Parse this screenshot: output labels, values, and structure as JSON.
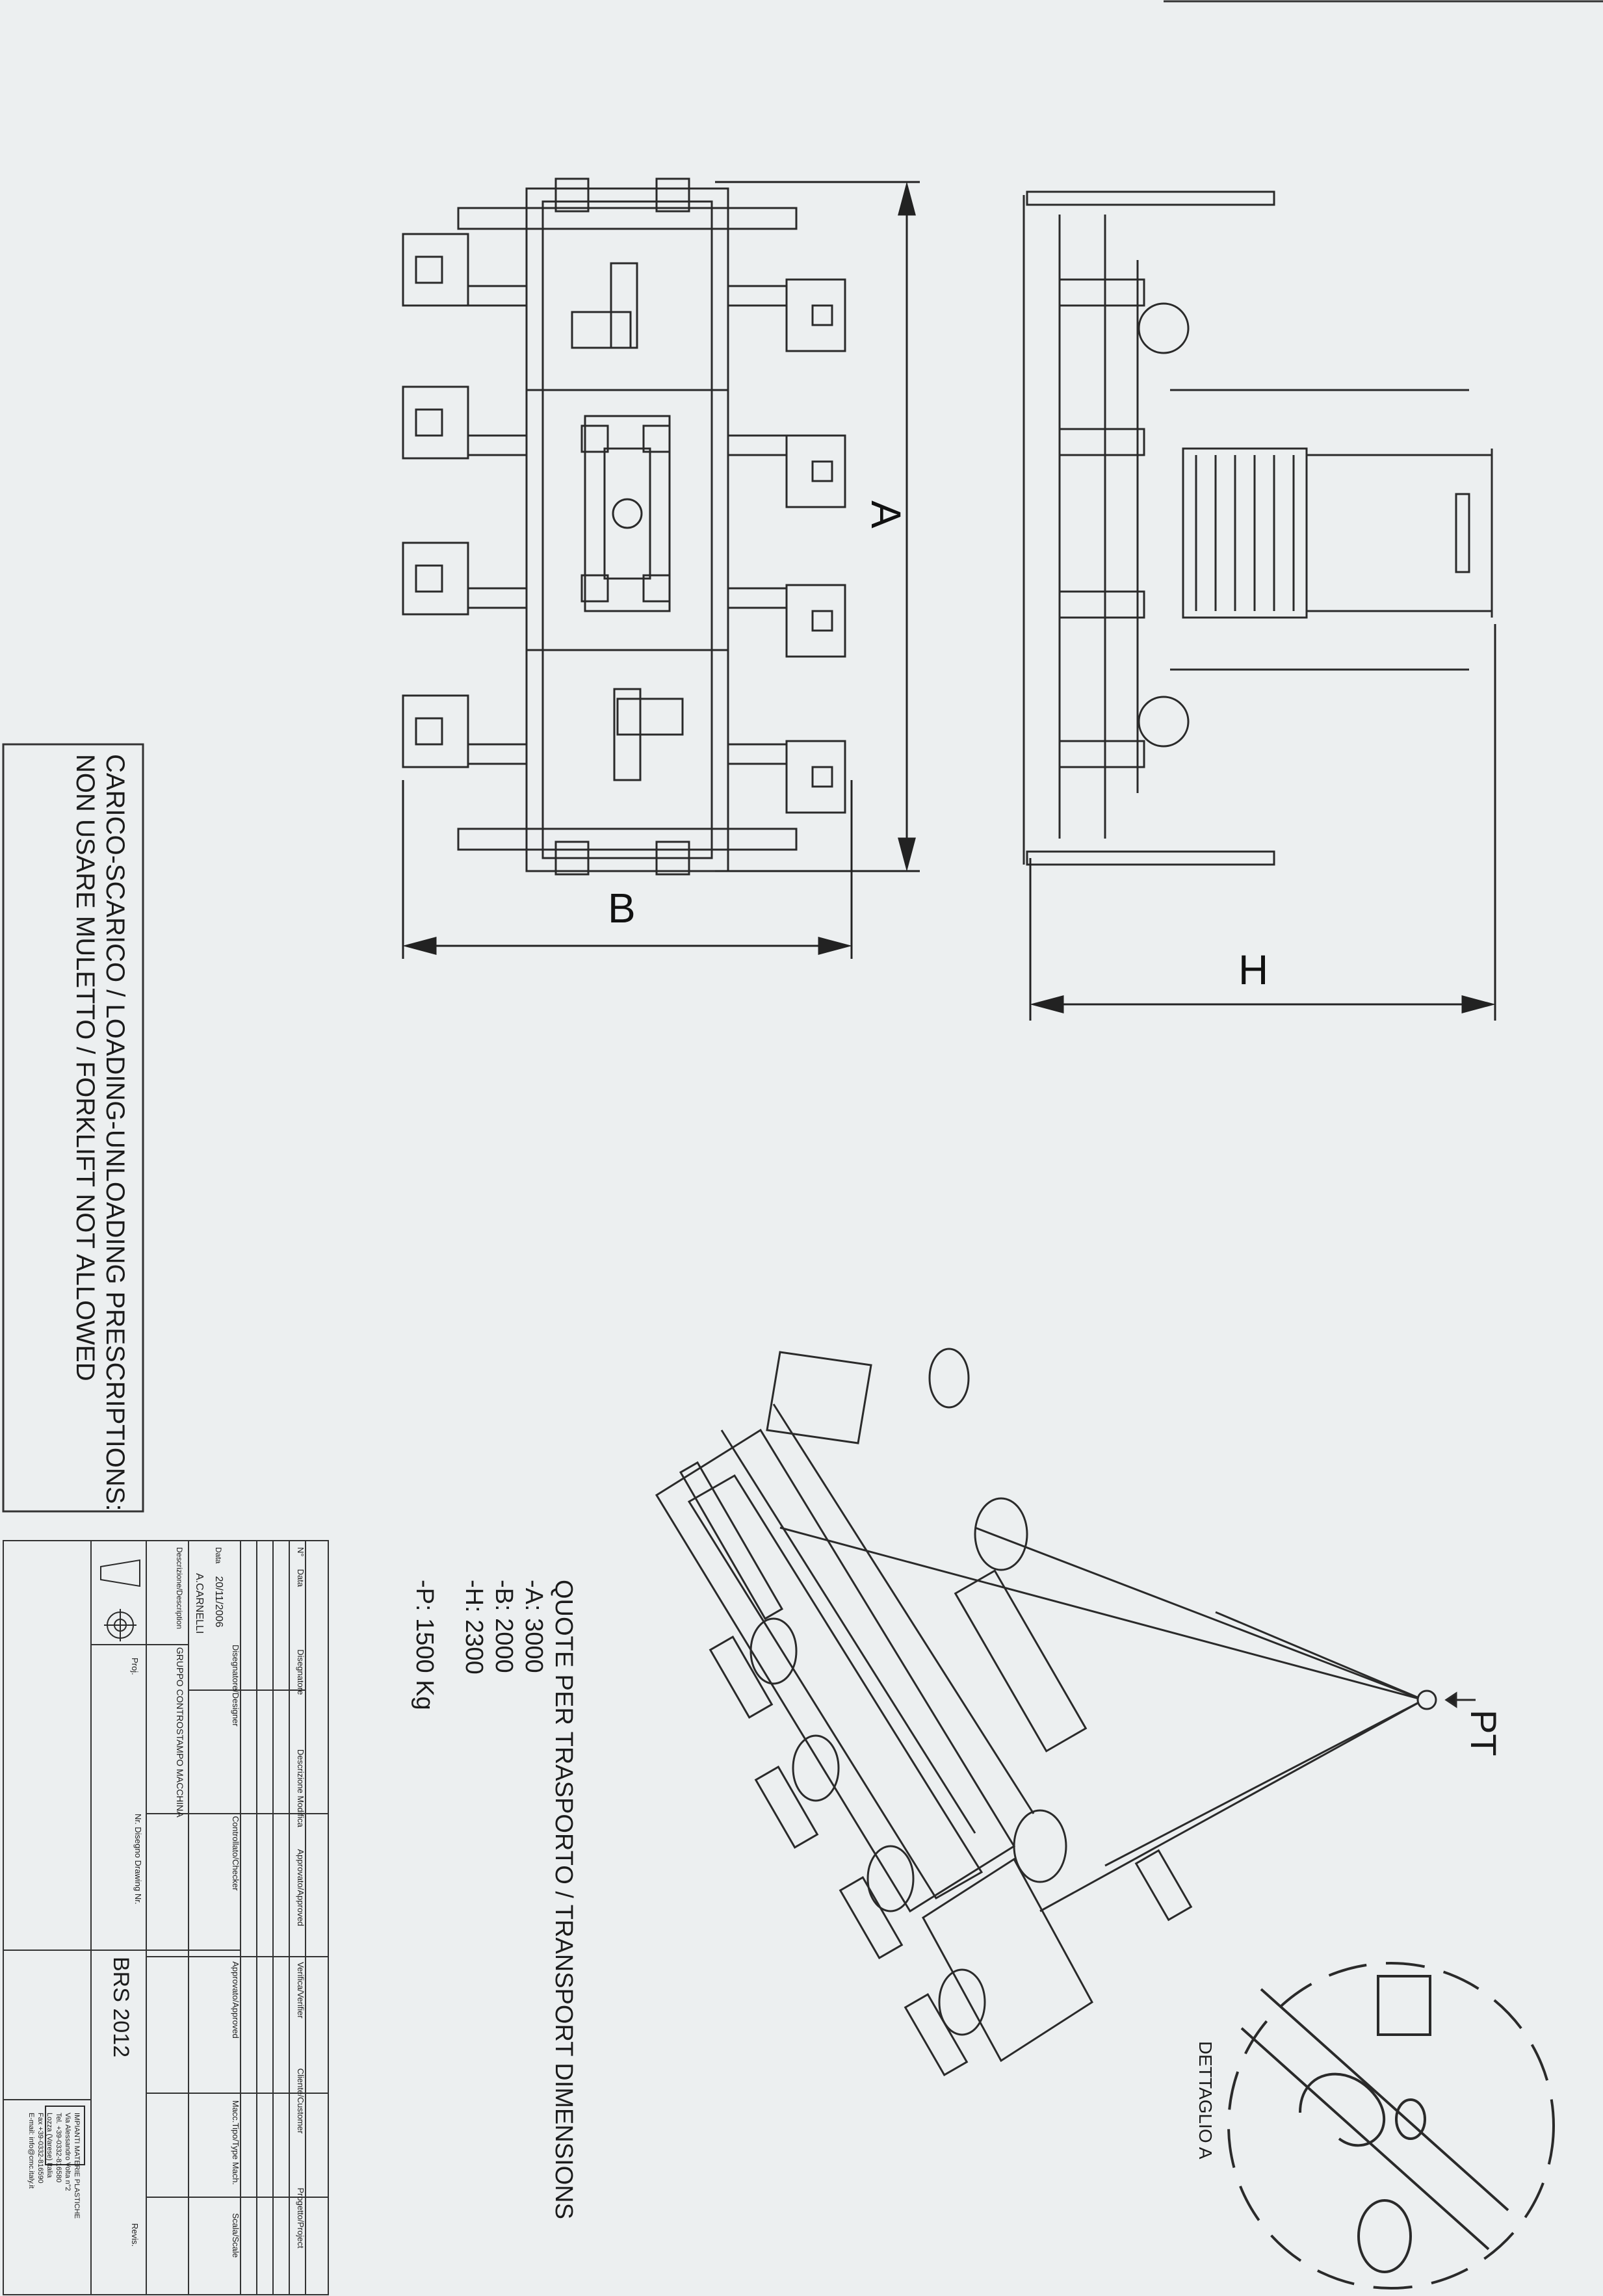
{
  "dimension_letters": {
    "a": "A",
    "b": "B",
    "h": "H"
  },
  "prescriptions": {
    "line1": "CARICO-SCARICO / LOADING-UNLOADING PRESCRIPTIONS:",
    "line2": "NON USARE MULETTO / FORKLIFT NOT ALLOWED"
  },
  "transport": {
    "title": "QUOTE PER TRASPORTO / TRANSPORT DIMENSIONS",
    "a": "-A: 3000",
    "b": "-B: 2000",
    "h": "-H: 2300",
    "p": "-P: 1500 Kg"
  },
  "lift_point_label": "PT",
  "detail_label": "DETTAGLIO A",
  "title_block": {
    "rev_header": [
      "N°",
      "Data",
      "Disegnatore",
      "Descrizione Modifica",
      "Approvato/Approved",
      "Verifica/Verifier",
      "Cliente/Customer",
      "Progetto/Project"
    ],
    "rev_header_row2": [
      "",
      "",
      "Disegnatore/Designer",
      "Controllato/Checker",
      "Approvato/Approved",
      "",
      "Macc.Tipo/Type Mach.",
      "Scala/Scale"
    ],
    "date_label": "Data",
    "date_value": "20/11/2006",
    "designer_value": "A.CARNELLI",
    "description_label": "Descrizione/Description",
    "description_value": "GRUPPO CONTROSTAMPO MACCHINA",
    "drawing_no_label": "Nr. Disegno Drawing Nr.",
    "drawing_no_value": "BRS 2012",
    "proj_label": "Proj.",
    "revis_label": "Revis.",
    "company_name": "IMPIANTI MATERIE PLASTICHE",
    "company_address": "Via Alessandro Volta n°2",
    "company_city": "Lozza (Varese) Italia",
    "company_tel": "Tel. +39-0332-816580",
    "company_fax": "Fax +39-0332-816590",
    "company_email": "E-mail: info@cmc.italy.it"
  },
  "colors": {
    "paper": "#eceff0",
    "ink": "#1b1b1b"
  }
}
